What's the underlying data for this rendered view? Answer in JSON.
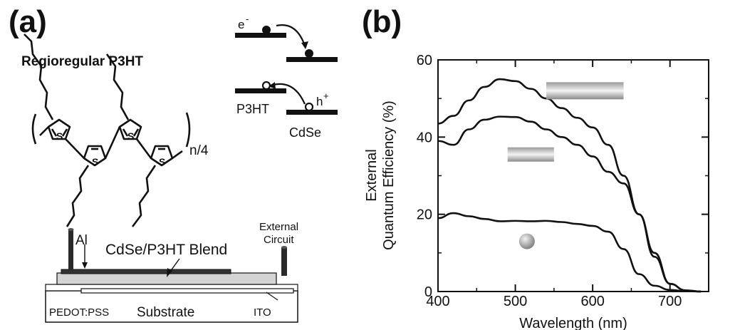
{
  "panel_a": {
    "label": "(a)",
    "molecule_title": "Regioregular P3HT",
    "repeat_subscript": "n/4",
    "energy_diagram": {
      "electron": "e",
      "electron_sign": "-",
      "hole": "h",
      "hole_sign": "+",
      "donor": "P3HT",
      "acceptor": "CdSe"
    },
    "device": {
      "al": "Al",
      "blend": "CdSe/P3HT Blend",
      "circuit_line1": "External",
      "circuit_line2": "Circuit",
      "pedot": "PEDOT:PSS",
      "substrate": "Substrate",
      "ito": "ITO"
    }
  },
  "panel_b": {
    "label": "(b)"
  },
  "chart_data": {
    "type": "line",
    "xlabel": "Wavelength (nm)",
    "ylabel_line1": "External",
    "ylabel_line2": "Quantum Efficiency (%)",
    "xlim": [
      400,
      750
    ],
    "ylim": [
      0,
      60
    ],
    "x_ticks": [
      400,
      500,
      600,
      700
    ],
    "y_ticks": [
      0,
      20,
      40,
      60
    ],
    "grid": false,
    "series": [
      {
        "marker": "long-rod",
        "x": [
          400,
          420,
          440,
          460,
          480,
          500,
          520,
          540,
          560,
          580,
          600,
          620,
          640,
          660,
          680,
          700,
          720,
          740
        ],
        "values": [
          43.5,
          45.5,
          49.5,
          53,
          55,
          54.5,
          52.5,
          50,
          47.5,
          45,
          42.5,
          38,
          30,
          20,
          10,
          2,
          0.3,
          0
        ]
      },
      {
        "marker": "short-rod",
        "x": [
          400,
          420,
          440,
          460,
          480,
          500,
          520,
          540,
          560,
          580,
          600,
          620,
          640,
          660,
          680,
          700,
          720,
          740
        ],
        "values": [
          39,
          38,
          42,
          44.5,
          45.3,
          45.2,
          44,
          42,
          40,
          38,
          35,
          31,
          28,
          20,
          9,
          2,
          0.3,
          0
        ]
      },
      {
        "marker": "sphere",
        "x": [
          400,
          420,
          440,
          460,
          480,
          500,
          520,
          540,
          560,
          580,
          600,
          620,
          640,
          660,
          680,
          700,
          720,
          740
        ],
        "values": [
          19,
          20.3,
          19.5,
          18.8,
          18.2,
          18.3,
          18.2,
          18.3,
          18,
          17.5,
          17,
          15.5,
          11,
          4.5,
          1.5,
          0.4,
          0.1,
          0
        ]
      }
    ]
  }
}
